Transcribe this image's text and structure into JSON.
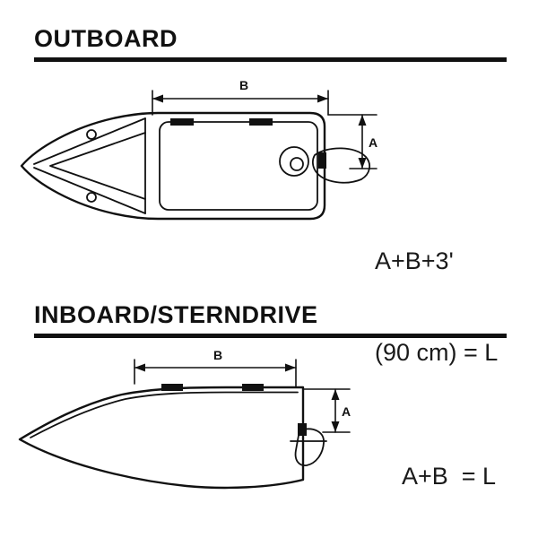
{
  "page": {
    "background": "#ffffff",
    "ink": "#111111"
  },
  "outboard": {
    "title": "OUTBOARD",
    "dim_b_label": "B",
    "dim_a_label": "A",
    "formula_line1": "A+B+3'",
    "formula_line2": "(90 cm) = L"
  },
  "inboard": {
    "title": "INBOARD/STERNDRIVE",
    "dim_b_label": "B",
    "dim_a_label": "A",
    "formula": "A+B  = L"
  }
}
